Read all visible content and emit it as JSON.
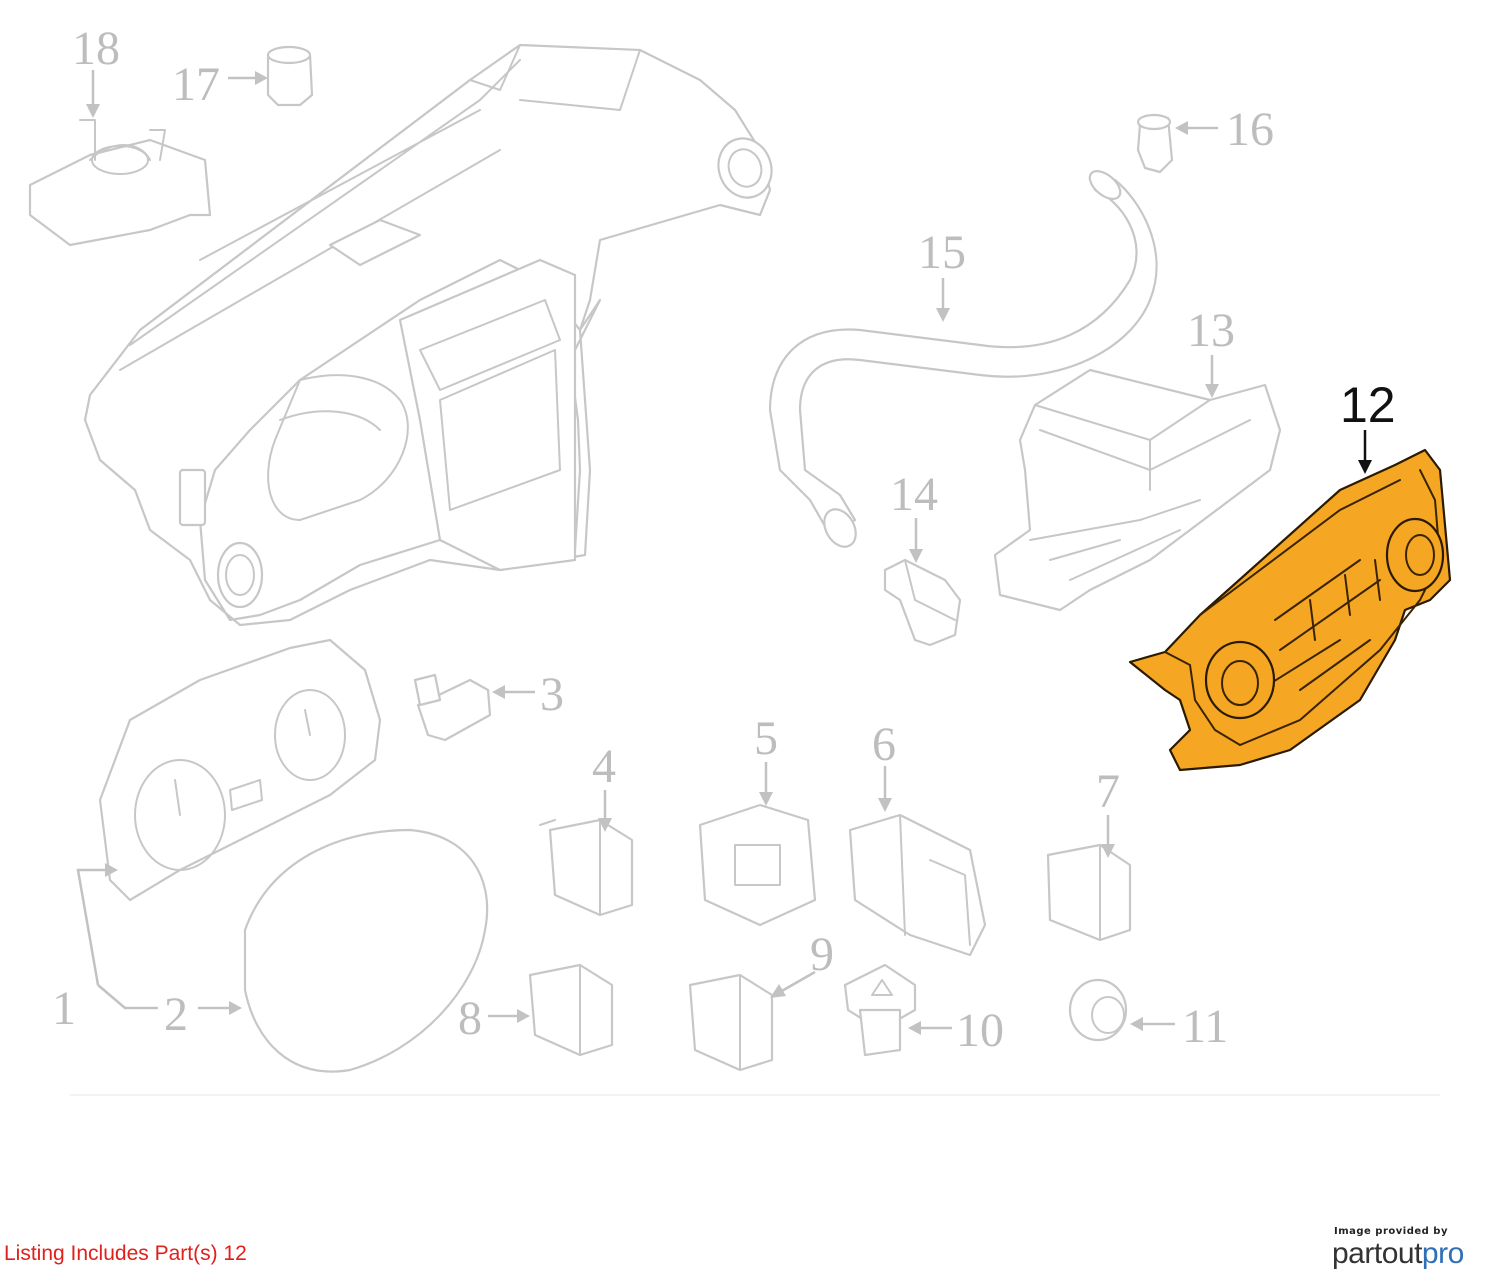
{
  "callouts": [
    {
      "id": "1",
      "label": "1"
    },
    {
      "id": "2",
      "label": "2"
    },
    {
      "id": "3",
      "label": "3"
    },
    {
      "id": "4",
      "label": "4"
    },
    {
      "id": "5",
      "label": "5"
    },
    {
      "id": "6",
      "label": "6"
    },
    {
      "id": "7",
      "label": "7"
    },
    {
      "id": "8",
      "label": "8"
    },
    {
      "id": "9",
      "label": "9"
    },
    {
      "id": "10",
      "label": "10"
    },
    {
      "id": "11",
      "label": "11"
    },
    {
      "id": "12",
      "label": "12"
    },
    {
      "id": "13",
      "label": "13"
    },
    {
      "id": "14",
      "label": "14"
    },
    {
      "id": "15",
      "label": "15"
    },
    {
      "id": "16",
      "label": "16"
    },
    {
      "id": "17",
      "label": "17"
    },
    {
      "id": "18",
      "label": "18"
    }
  ],
  "highlighted_part": "12",
  "colors": {
    "highlight": "#f5a623",
    "line": "#c7c7c7",
    "listing_text": "#e0201b",
    "brand_blue": "#2f6fb5"
  },
  "footer": {
    "listing": "Listing Includes Part(s) 12",
    "credit_small": "Image provided by",
    "credit_brand_a": "partout",
    "credit_brand_b": "pro"
  }
}
